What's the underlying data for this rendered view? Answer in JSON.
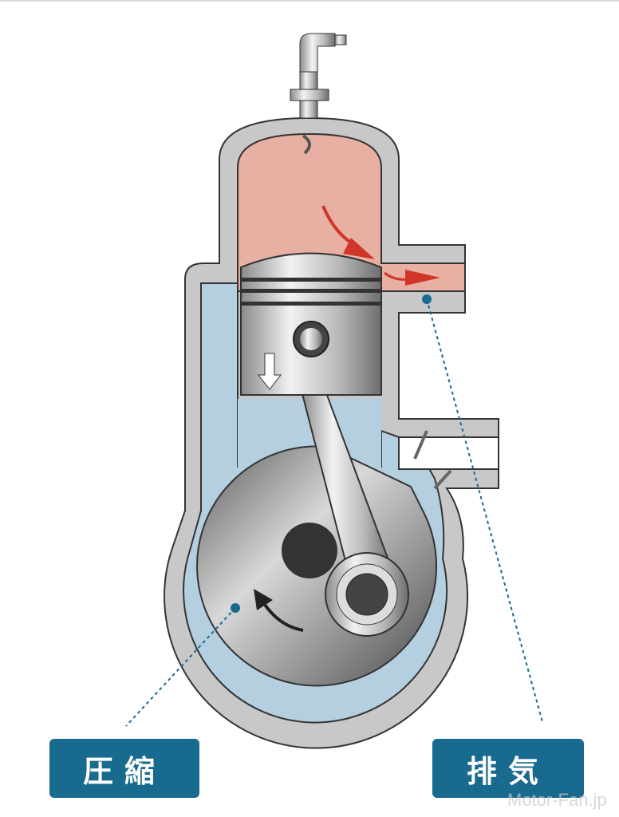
{
  "labels": {
    "compression": "圧縮",
    "exhaust": "排気"
  },
  "watermark": "Motor-Fan.jp",
  "colors": {
    "label_bg": "#186a8e",
    "combustion": "#e8b0a2",
    "crankcase": "#b4cfe0",
    "arrow": "#d0352a",
    "leader": "#186a8e"
  }
}
